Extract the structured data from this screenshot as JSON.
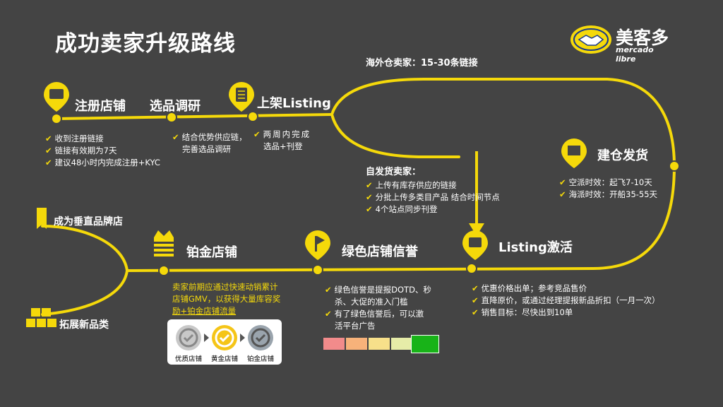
{
  "title": "成功卖家升级路线",
  "logo": {
    "cn": "美客多",
    "en": "mercado libre"
  },
  "steps": {
    "register": "注册店铺",
    "research": "选品调研",
    "listing": "上架Listing",
    "warehouse": "建仓发货",
    "activate": "Listing激活",
    "green": "绿色店铺信誉",
    "platinum": "铂金店铺",
    "brand": "成为垂直品牌店",
    "expand": "拓展新品类"
  },
  "overseas": "海外仓卖家：15-30条链接",
  "self_ship": {
    "title": "自发货卖家：",
    "items": [
      "上传有库存供应的链接",
      "分批上传多类目产品 结合时间节点",
      "4个站点同步刊登"
    ]
  },
  "register_items": [
    "收到注册链接",
    "链接有效期为7天",
    "建议48小时内完成注册+KYC"
  ],
  "research_items": [
    "结合优势供应链，",
    "完善选品调研"
  ],
  "listing_items": [
    "两周内完成",
    "选品+刊登"
  ],
  "warehouse_items": [
    "空派时效：起飞7-10天",
    "海派时效：开船35-55天"
  ],
  "activate_items": [
    "优惠价格出单；参考竞品售价",
    "直降原价，或通过经理提报新品折扣（一月一次）",
    "销售目标：尽快出到10单"
  ],
  "green_items": [
    "绿色信誉是提报DOTD、秒",
    "杀、大促的准入门槛",
    "有了绿色信誉后，可以激",
    "活平台广告"
  ],
  "platinum_text": [
    "卖家前期应通过快速动销累计",
    "店铺GMV，以获得大量库容奖",
    "励+铂金店铺流量"
  ],
  "tiers": [
    "优质店铺",
    "黄金店铺",
    "铂金店铺"
  ],
  "colors": {
    "accent": "#f5d90a",
    "background": "#444444",
    "reputation": [
      "#f28b8b",
      "#f7b27a",
      "#f7e08a",
      "#e6eca8",
      "#18b318"
    ]
  }
}
